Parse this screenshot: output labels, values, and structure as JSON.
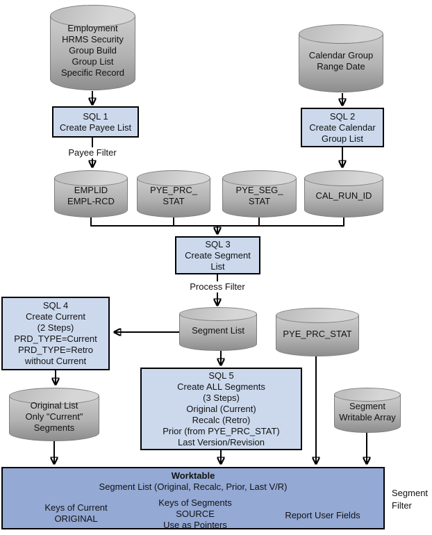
{
  "diagram": {
    "cylinders": {
      "hrms": {
        "lines": [
          "Employment",
          "HRMS Security",
          "Group Build",
          "Group List",
          "Specific Record"
        ]
      },
      "calendar_group": {
        "lines": [
          "Calendar Group",
          "Range Date"
        ]
      },
      "emplid": {
        "lines": [
          "EMPLID",
          "EMPL-RCD"
        ]
      },
      "pye_prc": {
        "lines": [
          "PYE_PRC_",
          "STAT"
        ]
      },
      "pye_seg": {
        "lines": [
          "PYE_SEG_",
          "STAT"
        ]
      },
      "cal_run_id": {
        "lines": [
          "CAL_RUN_ID"
        ]
      },
      "segment_list": {
        "lines": [
          "Segment List"
        ]
      },
      "pye_prc_stat": {
        "lines": [
          "PYE_PRC_STAT"
        ]
      },
      "original_list": {
        "lines": [
          "Original List",
          "Only \"Current\"",
          "Segments"
        ]
      },
      "segment_writable": {
        "lines": [
          "Segment",
          "Writable Array"
        ]
      }
    },
    "sql_boxes": {
      "sql1": {
        "lines": [
          "SQL 1",
          "Create Payee List"
        ]
      },
      "sql2": {
        "lines": [
          "SQL 2",
          "Create Calendar",
          "Group List"
        ]
      },
      "sql3": {
        "lines": [
          "SQL 3",
          "Create Segment",
          "List"
        ]
      },
      "sql4": {
        "lines": [
          "SQL 4",
          "Create Current",
          "(2 Steps)",
          "PRD_TYPE=Current",
          "PRD_TYPE=Retro",
          "without Current"
        ]
      },
      "sql5": {
        "lines": [
          "SQL 5",
          "Create ALL Segments",
          "(3 Steps)",
          "Original (Current)",
          "Recalc (Retro)",
          "Prior (from PYE_PRC_STAT)",
          "Last Version/Revision"
        ]
      }
    },
    "labels": {
      "payee_filter": "Payee Filter",
      "process_filter": "Process Filter",
      "segment_filter": [
        "Segment",
        "Filter"
      ]
    },
    "worktable": {
      "title": "Worktable",
      "subtitle": "Segment List (Original, Recalc, Prior, Last V/R)",
      "col1": [
        "Keys of Current",
        "ORIGINAL"
      ],
      "col2": [
        "Keys of Segments",
        "SOURCE",
        "Use as Pointers"
      ],
      "col3": "Report User Fields"
    },
    "colors": {
      "box_fill": "#ccd9ed",
      "worktable_fill": "#94a9d4",
      "cylinder_light": "#d6d6d6",
      "cylinder_dark": "#8d8d8d",
      "line": "#000000"
    }
  }
}
